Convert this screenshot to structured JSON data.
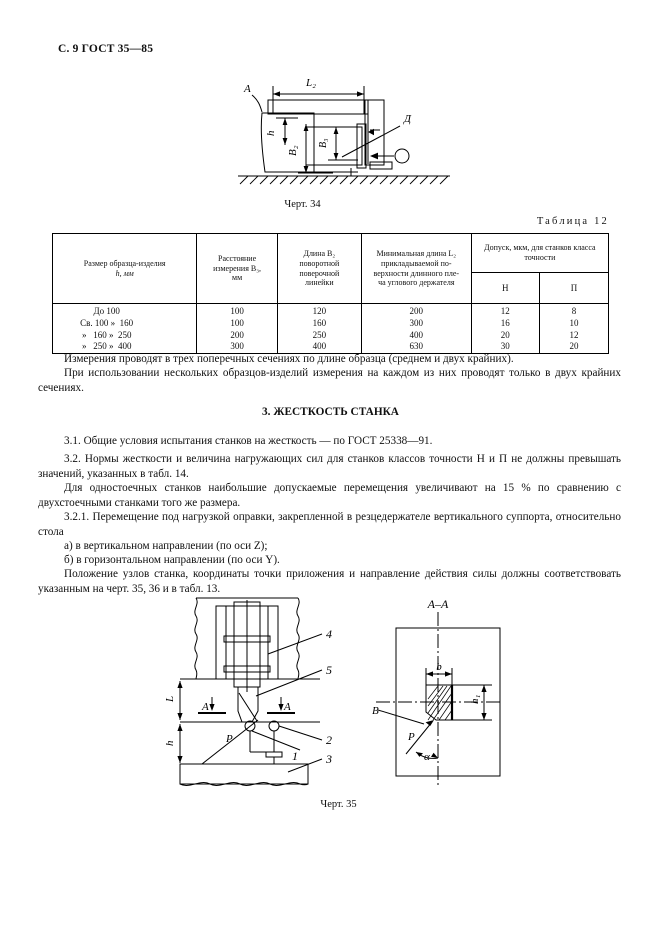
{
  "header": {
    "page_mark": "С. 9 ГОСТ 35—85"
  },
  "figure34": {
    "caption": "Черт. 34",
    "labels": {
      "L2": "L₂",
      "A": "A",
      "h": "h",
      "B2": "B₂",
      "B3": "B₃",
      "D": "Д"
    }
  },
  "table12": {
    "label": "Таблица 12",
    "headers": {
      "col1": "Размер образца-изделия h, мм",
      "col1_line1": "Размер образца-изделия",
      "col1_line2": "h, мм",
      "col2_line1": "Расстояние",
      "col2_line2": "измерения B₃,",
      "col2_line3": "мм",
      "col3_line1": "Длина B₂",
      "col3_line2": "поворотной",
      "col3_line3": "поверочной",
      "col3_line4": "линейки",
      "col4_line1": "Минимальная длина L₂",
      "col4_line2": "прикладываемой по-",
      "col4_line3": "верхности длинного пле-",
      "col4_line4": "ча углового держателя",
      "col5_group": "Допуск, мкм, для станков класса точности",
      "col5_sub1": "Н",
      "col5_sub2": "П"
    },
    "rows": [
      {
        "size": "До 100",
        "dist": "100",
        "length_b2": "120",
        "min_l2": "200",
        "tol_n": "12",
        "tol_p": "8"
      },
      {
        "size": "Св. 100 »  160",
        "dist": "100",
        "length_b2": "160",
        "min_l2": "300",
        "tol_n": "16",
        "tol_p": "10"
      },
      {
        "size": "»   160 »  250",
        "dist": "200",
        "length_b2": "250",
        "min_l2": "400",
        "tol_n": "20",
        "tol_p": "12"
      },
      {
        "size": "»   250 »  400",
        "dist": "300",
        "length_b2": "400",
        "min_l2": "630",
        "tol_n": "30",
        "tol_p": "20"
      }
    ]
  },
  "paragraphs": {
    "p1": "Измерения проводят в трех поперечных сечениях по длине образца (среднем и двух крайних).",
    "p2": "При использовании нескольких образцов-изделий измерения на каждом из них проводят только в двух крайних сечениях.",
    "section_title": "3.  ЖЕСТКОСТЬ СТАНКА",
    "p31": "3.1.  Общие условия испытания станков на жесткость — по ГОСТ 25338—91.",
    "p32": "3.2.  Нормы жесткости и величина нагружающих сил для станков классов точности Н и П не должны превышать значений, указанных в табл. 14.",
    "p33": "Для одностоечных станков наибольшие допускаемые перемещения увеличивают на 15 % по сравнению с двухстоечными станками того же размера.",
    "p321": "3.2.1.  Перемещение под нагрузкой оправки, закрепленной в резцедержателе вертикального суппорта, относительно стола",
    "item_a": "а)  в вертикальном направлении (по оси Z);",
    "item_b": "б)  в горизонтальном направлении (по оси Y).",
    "p34": "Положение узлов станка, координаты точки приложения и направление действия силы должны соответствовать указанным на черт. 35, 36 и в табл. 13."
  },
  "figure35": {
    "caption": "Черт. 35",
    "section_label": "A–A",
    "labels": {
      "n1": "1",
      "n2": "2",
      "n3": "3",
      "n4": "4",
      "n5": "5",
      "A_left": "A",
      "A_right": "A",
      "B": "B",
      "P": "P",
      "L": "L",
      "h": "h",
      "b": "b",
      "h1": "h₁",
      "alpha": "α"
    }
  }
}
